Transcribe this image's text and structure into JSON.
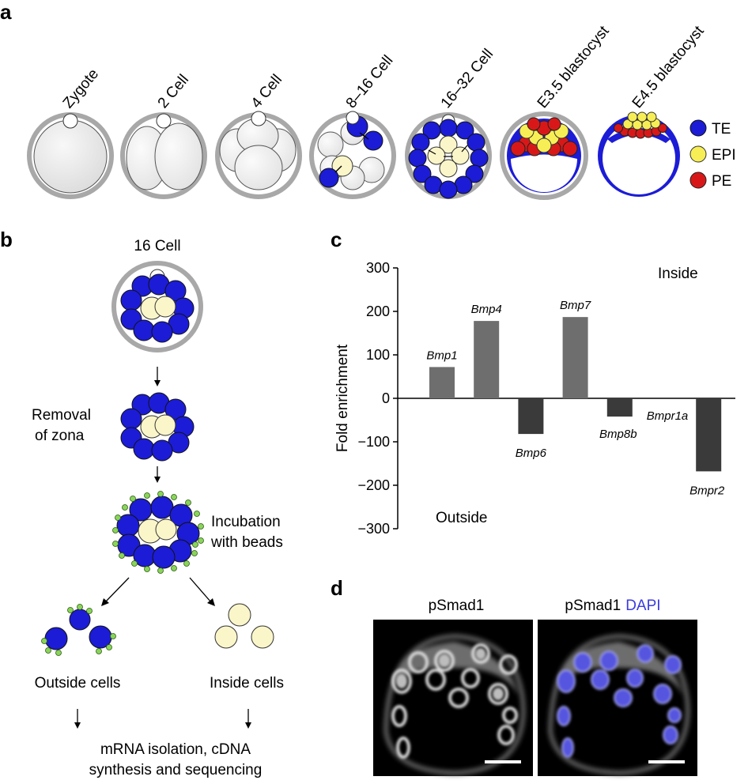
{
  "panel_a": {
    "label": "a",
    "stages": [
      "Zygote",
      "2 Cell",
      "4 Cell",
      "8–16 Cell",
      "16–32 Cell",
      "E3.5 blastocyst",
      "E4.5 blastocyst"
    ],
    "legend": [
      {
        "label": "TE",
        "color": "#1c1cd6"
      },
      {
        "label": "EPI",
        "color": "#f7ee55"
      },
      {
        "label": "PE",
        "color": "#d81818"
      }
    ]
  },
  "panel_b": {
    "label": "b",
    "title": "16 Cell",
    "step_removal_line1": "Removal",
    "step_removal_line2": "of zona",
    "step_incubation_line1": "Incubation",
    "step_incubation_line2": "with beads",
    "outside_cells": "Outside cells",
    "inside_cells": "Inside cells",
    "final_line1": "mRNA isolation, cDNA",
    "final_line2": "synthesis and sequencing"
  },
  "panel_c": {
    "label": "c"
  },
  "panel_d": {
    "label": "d",
    "title_left": "pSmad1",
    "title_right_part1": "pSmad1",
    "title_right_part2": "DAPI"
  },
  "colors": {
    "te": "#1c1cd6",
    "epi": "#fbf6c9",
    "pe": "#d81818",
    "zona": "#a8a8a8",
    "bead": "#8ad45a",
    "dapi": "#3b3bdf"
  },
  "chart_data": {
    "type": "bar",
    "categories": [
      "Bmp1",
      "Bmp4",
      "Bmp6",
      "Bmp7",
      "Bmp8b",
      "Bmpr1a",
      "Bmpr2"
    ],
    "values": [
      72,
      178,
      -82,
      187,
      -42,
      0,
      -168
    ],
    "ylabel": "Fold enrichment",
    "ylim": [
      -300,
      300
    ],
    "yticks": [
      300,
      200,
      100,
      0,
      -100,
      -200,
      -300
    ],
    "annotations": [
      "Inside",
      "Outside"
    ],
    "positive_color": "#6e6e6e",
    "negative_color": "#3a3a3a"
  }
}
